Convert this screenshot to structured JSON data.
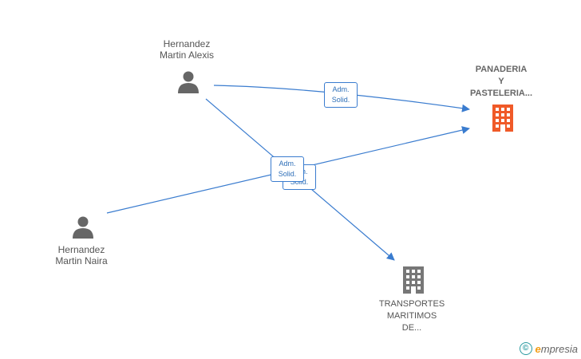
{
  "people": [
    {
      "id": "alexis",
      "name_lines": [
        "Hernandez",
        "Martin Alexis"
      ]
    },
    {
      "id": "naira",
      "name_lines": [
        "Hernandez",
        "Martin Naira"
      ]
    }
  ],
  "companies": [
    {
      "id": "panaderia",
      "name_lines": [
        "PANADERIA",
        "Y",
        "PASTELERIA..."
      ],
      "color": "#f05a28"
    },
    {
      "id": "transportes",
      "name_lines": [
        "TRANSPORTES",
        "MARITIMOS",
        "DE..."
      ],
      "color": "#777777"
    }
  ],
  "edge_labels": [
    {
      "line1": "Adm.",
      "line2": "Solid."
    },
    {
      "line1": "Adm.",
      "line2": "Solid."
    },
    {
      "line1": "Adm.",
      "line2": "Solid."
    }
  ],
  "colors": {
    "edge": "#3a7ccf",
    "person_icon": "#666666"
  },
  "watermark": {
    "symbol": "©",
    "brand_initial": "e",
    "brand_rest": "mpresia"
  }
}
